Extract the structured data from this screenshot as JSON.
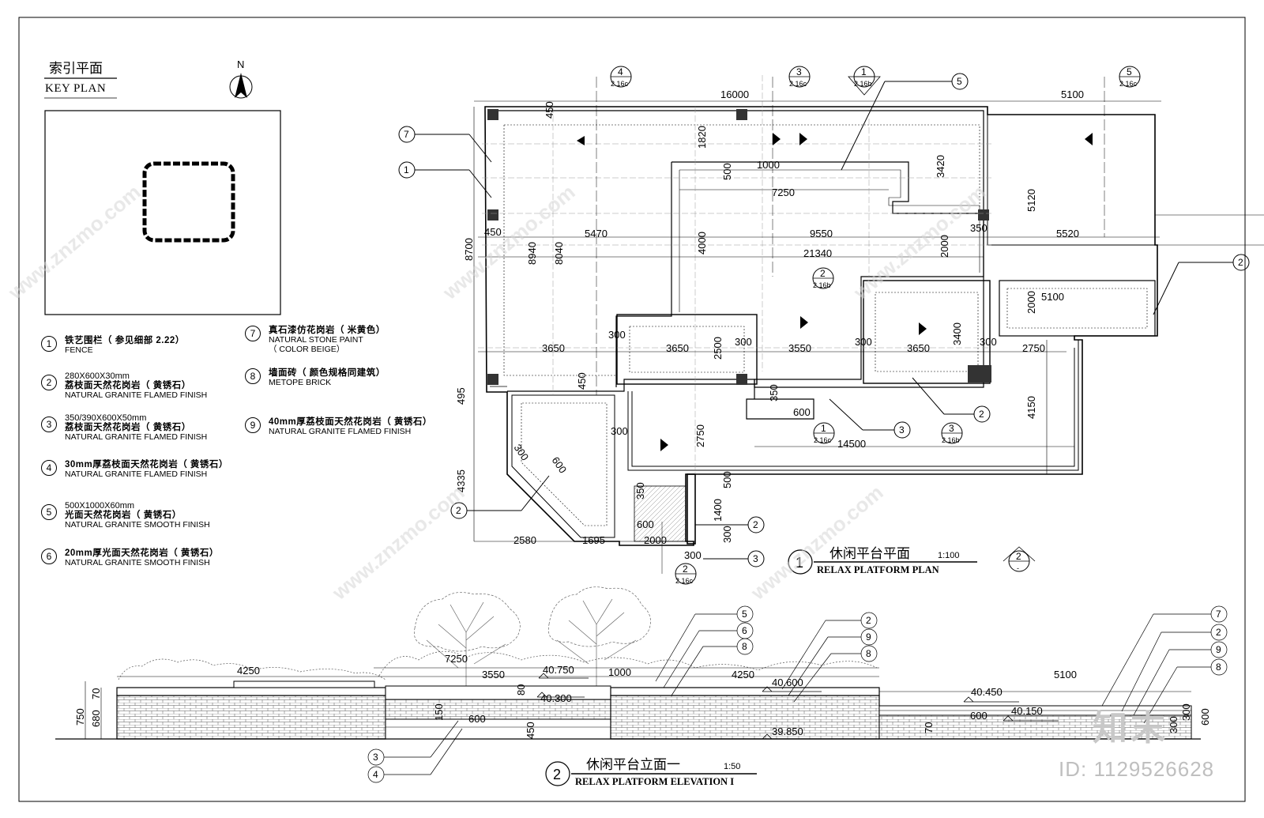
{
  "key_plan": {
    "title_cn": "索引平面",
    "title_en": "KEY PLAN",
    "north": "N"
  },
  "legend": [
    {
      "num": "1",
      "cn": "铁艺围栏（ 参见细部 2.22）",
      "en": "FENCE",
      "en2": ""
    },
    {
      "num": "2",
      "cn": "荔枝面天然花岗岩（ 黄锈石）",
      "size": "280X600X30mm",
      "en": "NATURAL GRANITE FLAMED FINISH",
      "en2": ""
    },
    {
      "num": "3",
      "cn": "荔枝面天然花岗岩（ 黄锈石）",
      "size": "350/390X600X50mm",
      "en": "NATURAL GRANITE FLAMED FINISH",
      "en2": ""
    },
    {
      "num": "4",
      "cn": "30mm厚荔枝面天然花岗岩（ 黄锈石）",
      "en": "NATURAL GRANITE FLAMED FINISH",
      "en2": ""
    },
    {
      "num": "5",
      "cn": "光面天然花岗岩（ 黄锈石）",
      "size": "500X1000X60mm",
      "en": "NATURAL GRANITE SMOOTH FINISH",
      "en2": ""
    },
    {
      "num": "6",
      "cn": "20mm厚光面天然花岗岩（ 黄锈石）",
      "en": "NATURAL GRANITE SMOOTH FINISH",
      "en2": ""
    },
    {
      "num": "7",
      "cn": "真石漆仿花岗岩（ 米黄色）",
      "en": "NATURAL STONE PAINT",
      "en2": "（ COLOR BEIGE）"
    },
    {
      "num": "8",
      "cn": "墙面砖（ 颜色规格同建筑）",
      "en": "METOPE BRICK",
      "en2": ""
    },
    {
      "num": "9",
      "cn": "40mm厚荔枝面天然花岗岩（ 黄锈石）",
      "en": "NATURAL GRANITE FLAMED FINISH",
      "en2": ""
    }
  ],
  "plan_title": {
    "num": "1",
    "cn": "休闲平台平面",
    "scale": "1:100",
    "en": "RELAX PLATFORM PLAN"
  },
  "elevation_title": {
    "num": "2",
    "cn": "休闲平台立面一",
    "scale": "1:50",
    "en": "RELAX PLATFORM ELEVATION I"
  },
  "plan_dims": {
    "d16000": "16000",
    "d5100a": "5100",
    "d450a": "450",
    "d1820": "1820",
    "d500a": "500",
    "d1000": "1000",
    "d3420": "3420",
    "d7250a": "7250",
    "d5120": "5120",
    "d450b": "450",
    "d8700": "8700",
    "d8940": "8940",
    "d8040": "8040",
    "d5470": "5470",
    "d4000": "4000",
    "d9550": "9550",
    "d2000a": "2000",
    "d350a": "350",
    "d5520": "5520",
    "d21340": "21340",
    "d5100b": "5100",
    "d2000b": "2000",
    "d3650a": "3650",
    "d300a": "300",
    "d3650b": "3650",
    "d2500": "2500",
    "d300b": "300",
    "d3550": "3550",
    "d300c": "300",
    "d3650c": "3650",
    "d3400": "3400",
    "d300d": "300",
    "d2750a": "2750",
    "d450c": "450",
    "d495": "495",
    "d350b": "350",
    "d600a": "600",
    "d300e": "300",
    "d2750b": "2750",
    "d14500": "14500",
    "d4150": "4150",
    "d4335": "4335",
    "d300f": "300",
    "d600b": "600",
    "d350c": "350",
    "d500b": "500",
    "d600c": "600",
    "d1400": "1400",
    "d300g": "300",
    "d2580": "2580",
    "d1695": "1695",
    "d2000c": "2000",
    "d300h": "300"
  },
  "elev_dims": {
    "d7250": "7250",
    "d4250a": "4250",
    "d3550": "3550",
    "e40750": "40.750",
    "d1000": "1000",
    "d4250b": "4250",
    "e40600": "40.600",
    "d5100": "5100",
    "e40450": "40.450",
    "d80": "80",
    "e40300": "40.300",
    "e40150": "40.150",
    "d70a": "70",
    "d750": "750",
    "d680": "680",
    "d150": "150",
    "d600a": "600",
    "d450": "450",
    "e39850": "39.850",
    "d70b": "70",
    "d600b": "600",
    "d300": "300",
    "d600c": "600",
    "d300b": "300"
  },
  "callouts": {
    "c4_top": {
      "num": "4",
      "sheet": "2.16c"
    },
    "c3_top": {
      "num": "3",
      "sheet": "2.16c"
    },
    "c1_top": {
      "num": "1",
      "sheet": "2.16b"
    },
    "c5_top": {
      "num": "5",
      "sheet": "2.16c"
    },
    "c2_mid": {
      "num": "2",
      "sheet": "2.16b"
    },
    "c1_bot": {
      "num": "1",
      "sheet": "2.16c"
    },
    "c3_bot": {
      "num": "3",
      "sheet": "2.16b"
    },
    "c2_bot": {
      "num": "2",
      "sheet": "2.16c"
    },
    "c2_right": {
      "num": "2",
      "sheet": "-"
    }
  },
  "leader_nums": {
    "p5": "5",
    "p7": "7",
    "p1": "1",
    "p2a": "2",
    "p2b": "2",
    "p3a": "3",
    "p2c": "2",
    "p2d": "2",
    "p3b": "3",
    "e5": "5",
    "e6": "6",
    "e8a": "8",
    "e2a": "2",
    "e9a": "9",
    "e8b": "8",
    "e7": "7",
    "e2b": "2",
    "e9b": "9",
    "e8c": "8",
    "e3": "3",
    "e4": "4"
  },
  "watermark": {
    "logo": "知末",
    "id": "ID: 1129526628",
    "site": "www.znzmo.com"
  }
}
